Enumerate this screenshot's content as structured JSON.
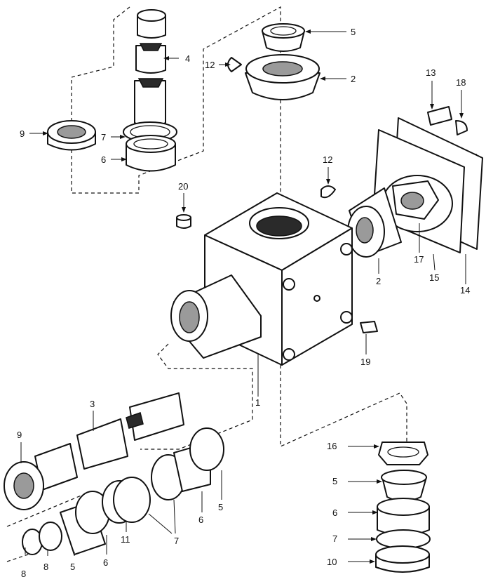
{
  "callouts": {
    "c1": "1",
    "c2_top": "2",
    "c2_right": "2",
    "c3": "3",
    "c4": "4",
    "c5_top": "5",
    "c5_left": "5",
    "c5_mid": "5",
    "c5_right": "5",
    "c6_top": "6",
    "c6_left": "6",
    "c6_mid": "6",
    "c6_right": "6",
    "c7_top": "7",
    "c7_left": "7",
    "c7_right": "7",
    "c8_a": "8",
    "c8_b": "8",
    "c9_top": "9",
    "c9_left": "9",
    "c10": "10",
    "c11": "11",
    "c12_top": "12",
    "c12_right": "12",
    "c13": "13",
    "c14": "14",
    "c15": "15",
    "c16": "16",
    "c17": "17",
    "c18": "18",
    "c19": "19",
    "c20": "20"
  }
}
